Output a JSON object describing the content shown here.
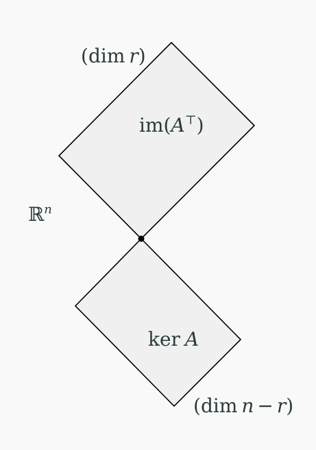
{
  "diagram": {
    "labels": {
      "dim_r": {
        "open": "(",
        "op": "dim",
        "var": "r",
        "close": ")"
      },
      "row_space": {
        "op": "im",
        "open": "(",
        "var": "A",
        "sup": "⊤",
        "close": ")"
      },
      "ambient": {
        "base": "ℝ",
        "sup": "n"
      },
      "kernel": {
        "op": "ker",
        "var": "A"
      },
      "dim_n_minus_r": {
        "open": "(",
        "op": "dim",
        "var1": "n",
        "minus": "−",
        "var2": "r",
        "close": ")"
      }
    },
    "colors": {
      "background": "#f9f9f9",
      "region_fill": "#f0f0f0",
      "stroke": "#000000",
      "text": "#2b3b3b"
    }
  }
}
